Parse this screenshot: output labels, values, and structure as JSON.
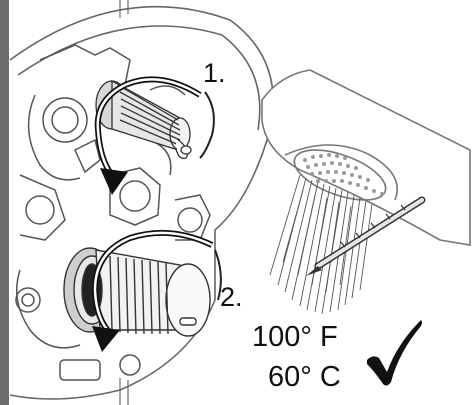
{
  "steps": {
    "step1_label": "1.",
    "step2_label": "2."
  },
  "temperature": {
    "fahrenheit": "100° F",
    "celsius": "60° C"
  },
  "icons": {
    "check": "check-mark-icon",
    "thermometer": "thermometer-icon",
    "rotate": "rotate-arrow-icon"
  },
  "colors": {
    "ink": "#111111",
    "line": "#555555",
    "faint": "#9a9a9a",
    "wall": "#6e6e6e"
  }
}
